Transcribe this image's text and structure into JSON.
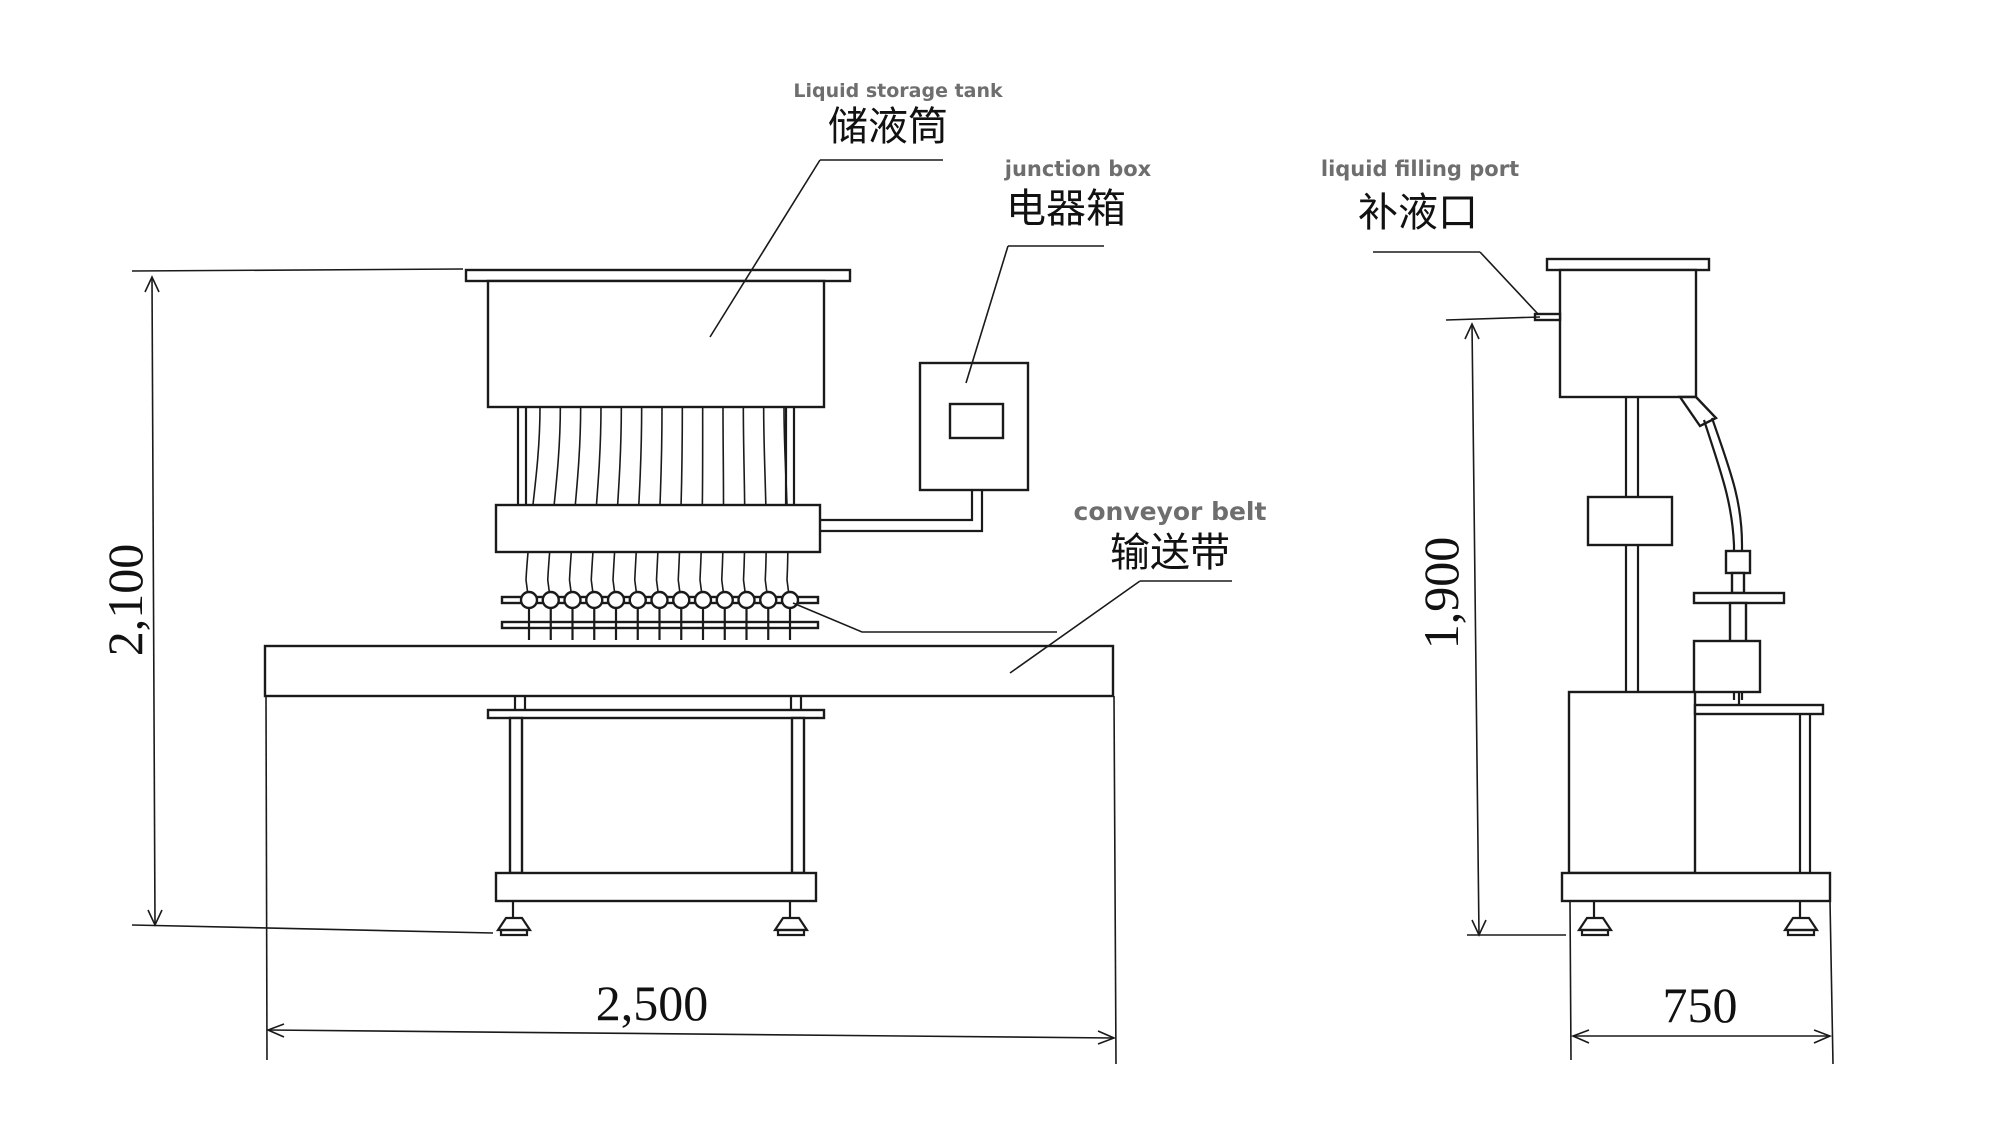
{
  "labels": {
    "storage_tank_en": "Liquid storage tank",
    "storage_tank_zh": "储液筒",
    "junction_box_en": "junction box",
    "junction_box_zh": "电器箱",
    "filling_port_en": "liquid filling port",
    "filling_port_zh": "补液口",
    "conveyor_en": "conveyor belt",
    "conveyor_zh": "输送带"
  },
  "dimensions": {
    "front_height": "2,100",
    "front_width": "2,500",
    "side_height": "1,900",
    "side_width": "750"
  },
  "nozzle_count": 13
}
